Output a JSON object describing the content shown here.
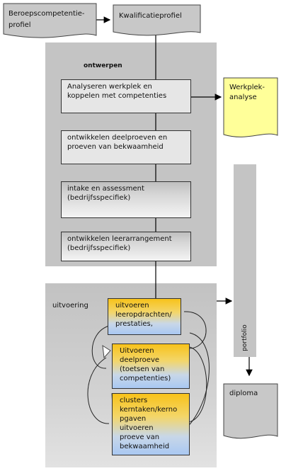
{
  "docs": {
    "beroeps_line1": "Beroepscompetentie-",
    "beroeps_line2": "profiel",
    "kwalificatie": "Kwalificatieprofiel",
    "werkplek_line1": "Werkplek-",
    "werkplek_line2": "analyse",
    "diploma": "diploma"
  },
  "ontwerpen": {
    "title": "ontwerpen",
    "steps": [
      {
        "line1": "Analyseren werkplek en",
        "line2": "koppelen met competenties"
      },
      {
        "line1": "ontwikkelen deelproeven en",
        "line2": "proeven van bekwaamheid"
      },
      {
        "line1": "intake en assessment",
        "line2": "(bedrijfsspecifiek)"
      },
      {
        "line1": "ontwikkelen leerarrangement",
        "line2": "(bedrijfsspecifiek)"
      }
    ]
  },
  "uitvoering": {
    "title": "uitvoering",
    "cards": [
      {
        "lines": [
          "uitvoeren",
          "leeropdrachten/",
          "prestaties,"
        ]
      },
      {
        "lines": [
          "Uitvoeren",
          "deelproeve",
          "(toetsen van",
          "competenties)"
        ]
      },
      {
        "lines": [
          "clusters",
          "kerntaken/kerno",
          "pgaven",
          "uitvoeren",
          "proeve van",
          "bekwaamheid"
        ]
      }
    ]
  },
  "portfolio": {
    "label": "portfolio"
  },
  "colors": {
    "panel": "#c4c4c4",
    "note": "#ffff99",
    "card_top": "#f8c21a",
    "card_bottom": "#a9c8f2"
  }
}
